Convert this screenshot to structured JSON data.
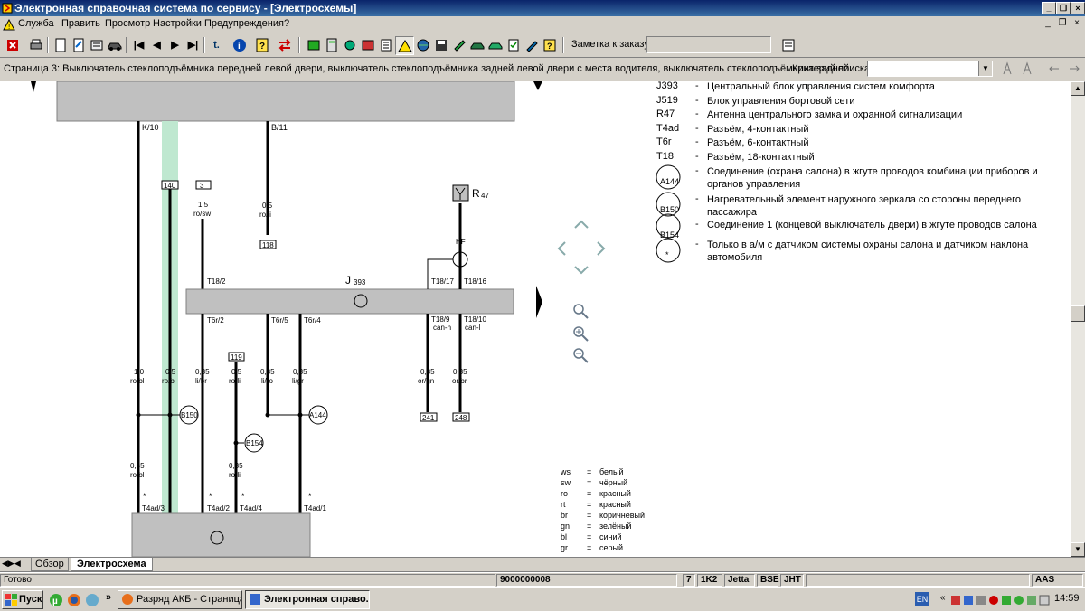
{
  "window": {
    "title": "Электронная справочная система по сервису - [Электросхемы]",
    "min": "_",
    "restore": "❐",
    "close": "×"
  },
  "menu": [
    "Служба",
    "Править",
    "Просмотр",
    "Настройки",
    "Предупреждения",
    "?"
  ],
  "toolbar": {
    "order_note_label": "Заметка к заказу:",
    "order_note_value": ""
  },
  "pageline": {
    "page_text": "Страница 3: Выключатель стеклоподъёмника передней левой двери, выключатель стеклоподъёмника задней левой двери с места водителя, выключатель стеклоподъёмника задней",
    "search_label": "Критерий поиска:",
    "search_value": ""
  },
  "legend": [
    {
      "code": "J393",
      "desc": "Центральный блок управления систем комфорта"
    },
    {
      "code": "J519",
      "desc": "Блок управления бортовой сети"
    },
    {
      "code": "R47",
      "desc": "Антенна центрального замка и охранной сигнализации"
    },
    {
      "code": "T4ad",
      "desc": "Разъём, 4-контактный"
    },
    {
      "code": "T6r",
      "desc": "Разъём, 6-контактный"
    },
    {
      "code": "T18",
      "desc": "Разъём, 18-контактный"
    },
    {
      "code": "A144",
      "desc": "Соединение (охрана салона) в жгуте проводов комбинации приборов и органов управления",
      "circle": true
    },
    {
      "code": "B150",
      "desc": "Нагревательный элемент наружного зеркала со стороны переднего пассажира",
      "circle": true
    },
    {
      "code": "B154",
      "desc": "Соединение 1 (концевой выключатель двери) в жгуте проводов салона",
      "circle": true
    },
    {
      "code": "*",
      "desc": "Только в а/м с датчиком системы охраны салона и датчиком наклона автомобиля",
      "circle": true
    }
  ],
  "colors": [
    {
      "code": "ws",
      "name": "белый"
    },
    {
      "code": "sw",
      "name": "чёрный"
    },
    {
      "code": "ro",
      "name": "красный"
    },
    {
      "code": "rt",
      "name": "красный"
    },
    {
      "code": "br",
      "name": "коричневый"
    },
    {
      "code": "gn",
      "name": "зелёный"
    },
    {
      "code": "bl",
      "name": "синий"
    },
    {
      "code": "gr",
      "name": "серый"
    }
  ],
  "diagram": {
    "j393_label": "J",
    "j393_sub": "393",
    "r47_label": "R",
    "r47_sub": "47",
    "hf": "HF",
    "pins_top": [
      "K/10",
      "B/11"
    ],
    "t18_2": "T18/2",
    "t18_17": "T18/17",
    "t18_16": "T18/16",
    "t6r2": "T6r/2",
    "t6r5": "T6r/5",
    "t6r4": "T6r/4",
    "t18_9": "T18/9",
    "t18_9b": "can-h",
    "t18_10": "T18/10",
    "t18_10b": "can-l",
    "box140": "140",
    "box3": "3",
    "box118": "118",
    "box119": "119",
    "box241": "241",
    "box248": "248",
    "w_15_rosw": [
      "1,5",
      "ro/sw"
    ],
    "w_05_roli_top": [
      "0,5",
      "ro/li"
    ],
    "w_10_robl": [
      "1,0",
      "ro/bl"
    ],
    "w_05_robl": [
      "0,5",
      "ro/bl"
    ],
    "w_035_libr": [
      "0,35",
      "li/br"
    ],
    "w_05_roli": [
      "0,5",
      "ro/li"
    ],
    "w_035_liro": [
      "0,35",
      "li/ro"
    ],
    "w_035_ligr": [
      "0,35",
      "li/gr"
    ],
    "w_035_orgn": [
      "0,35",
      "or/gn"
    ],
    "w_035_orbr": [
      "0,35",
      "or/br"
    ],
    "w_035_robl_low": [
      "0,35",
      "ro/bl"
    ],
    "w_035_roli_low": [
      "0,35",
      "ro/li"
    ],
    "conn_b150": "B150",
    "conn_a144": "A144",
    "conn_b154": "B154",
    "t4ad3": "T4ad/3",
    "t4ad2": "T4ad/2",
    "t4ad4": "T4ad/4",
    "t4ad1": "T4ad/1",
    "star": "*"
  },
  "tabs": [
    "Обзор",
    "Электросхема"
  ],
  "status": {
    "ready": "Готово",
    "order": "9000000008",
    "f1": "7",
    "f2": "1K2",
    "f3": "Jetta",
    "f4": "BSE",
    "f5": "JHT",
    "f6": "AAS"
  },
  "taskbar": {
    "start": "Пуск",
    "more": "»",
    "task1": "Разряд АКБ - Страница...",
    "task2": "Электронная справо...",
    "lang": "EN",
    "clock": "14:59"
  }
}
